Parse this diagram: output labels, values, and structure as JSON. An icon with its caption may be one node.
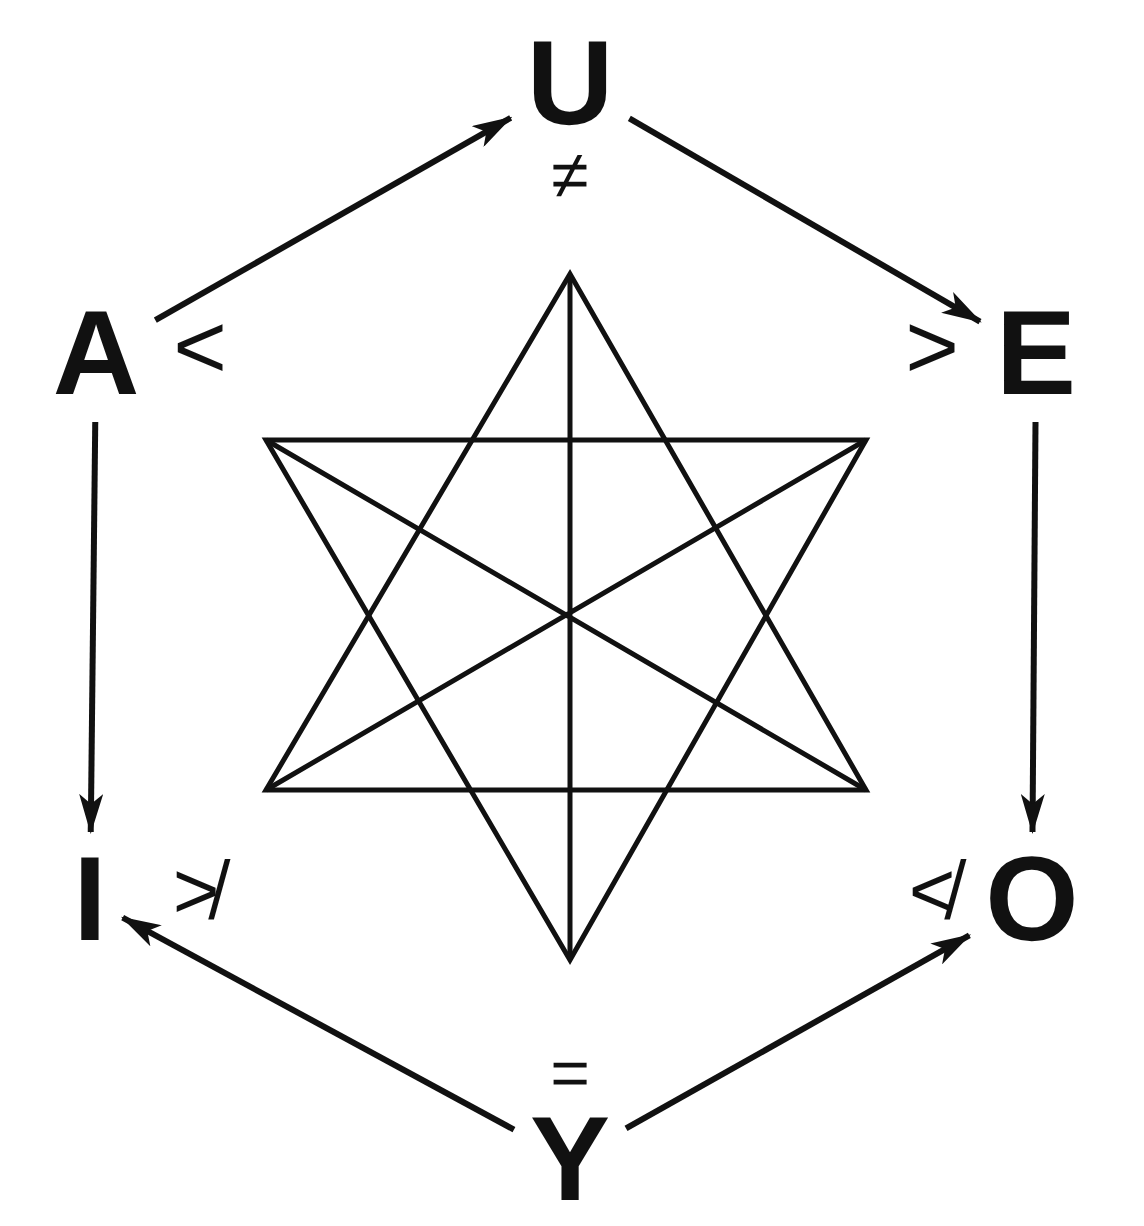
{
  "diagram": {
    "nodes": [
      {
        "text": [
          "U"
        ],
        "beside": [
          "≠"
        ]
      },
      {
        "text": [
          "A"
        ],
        "beside": [
          "<"
        ]
      },
      {
        "text": [
          "E"
        ],
        "beside": [
          ">"
        ]
      },
      {
        "text": [
          "I"
        ],
        "beside": [
          "≯"
        ]
      },
      {
        "text": [
          "O"
        ],
        "beside": [
          "≮"
        ]
      },
      {
        "text": [
          "Y"
        ],
        "beside": [
          "="
        ]
      }
    ],
    "edges": [
      {
        "from": 1,
        "to": 0,
        "arrow": "to"
      },
      {
        "from": 0,
        "to": 2,
        "arrow": "to"
      },
      {
        "from": 1,
        "to": 3,
        "arrow": "to"
      },
      {
        "from": 2,
        "to": 4,
        "arrow": "to"
      },
      {
        "from": 5,
        "to": 3,
        "arrow": "to"
      },
      {
        "from": 5,
        "to": 4,
        "arrow": "to"
      }
    ]
  }
}
